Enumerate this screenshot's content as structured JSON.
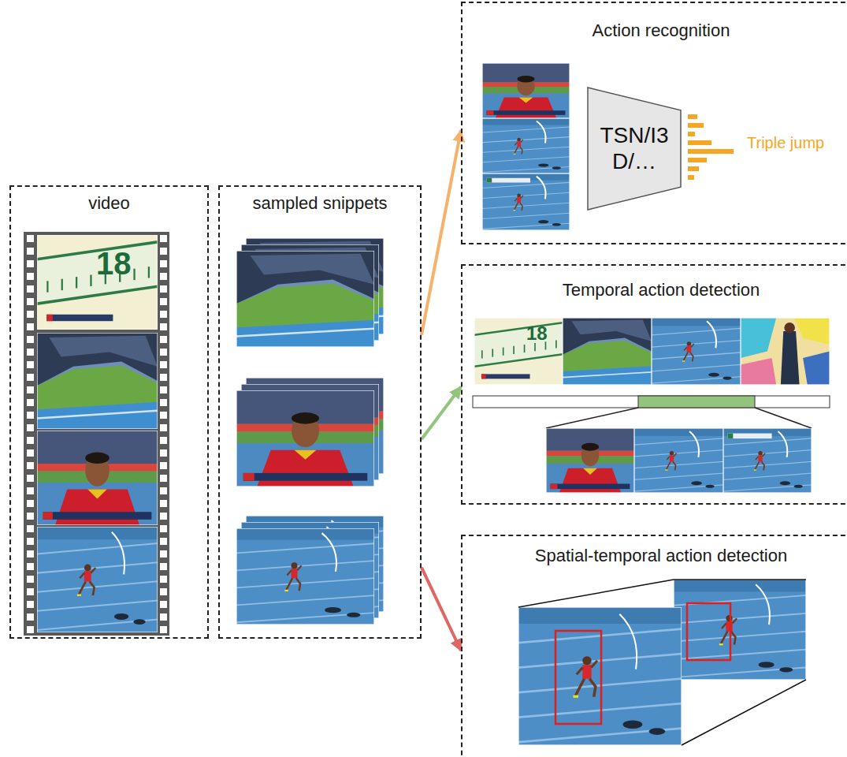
{
  "diagram": {
    "nodes": [
      {
        "text": [
          "video"
        ]
      },
      {
        "text": [
          "sampled snippets"
        ]
      },
      {
        "text": [
          "Action recognition"
        ]
      },
      {
        "text": [
          "TSN/I3 D/…"
        ],
        "in": 2
      },
      {
        "text": [
          "Temporal action detection"
        ]
      },
      {
        "text": [
          "Spatial-temporal action detection"
        ]
      }
    ],
    "edges": [
      {
        "from": 1,
        "to": 2,
        "arrow": "to"
      },
      {
        "from": 1,
        "to": 4,
        "arrow": "to"
      },
      {
        "from": 1,
        "to": 5,
        "arrow": "to"
      }
    ],
    "labels": [
      "18",
      "Triple jump",
      "18"
    ]
  }
}
